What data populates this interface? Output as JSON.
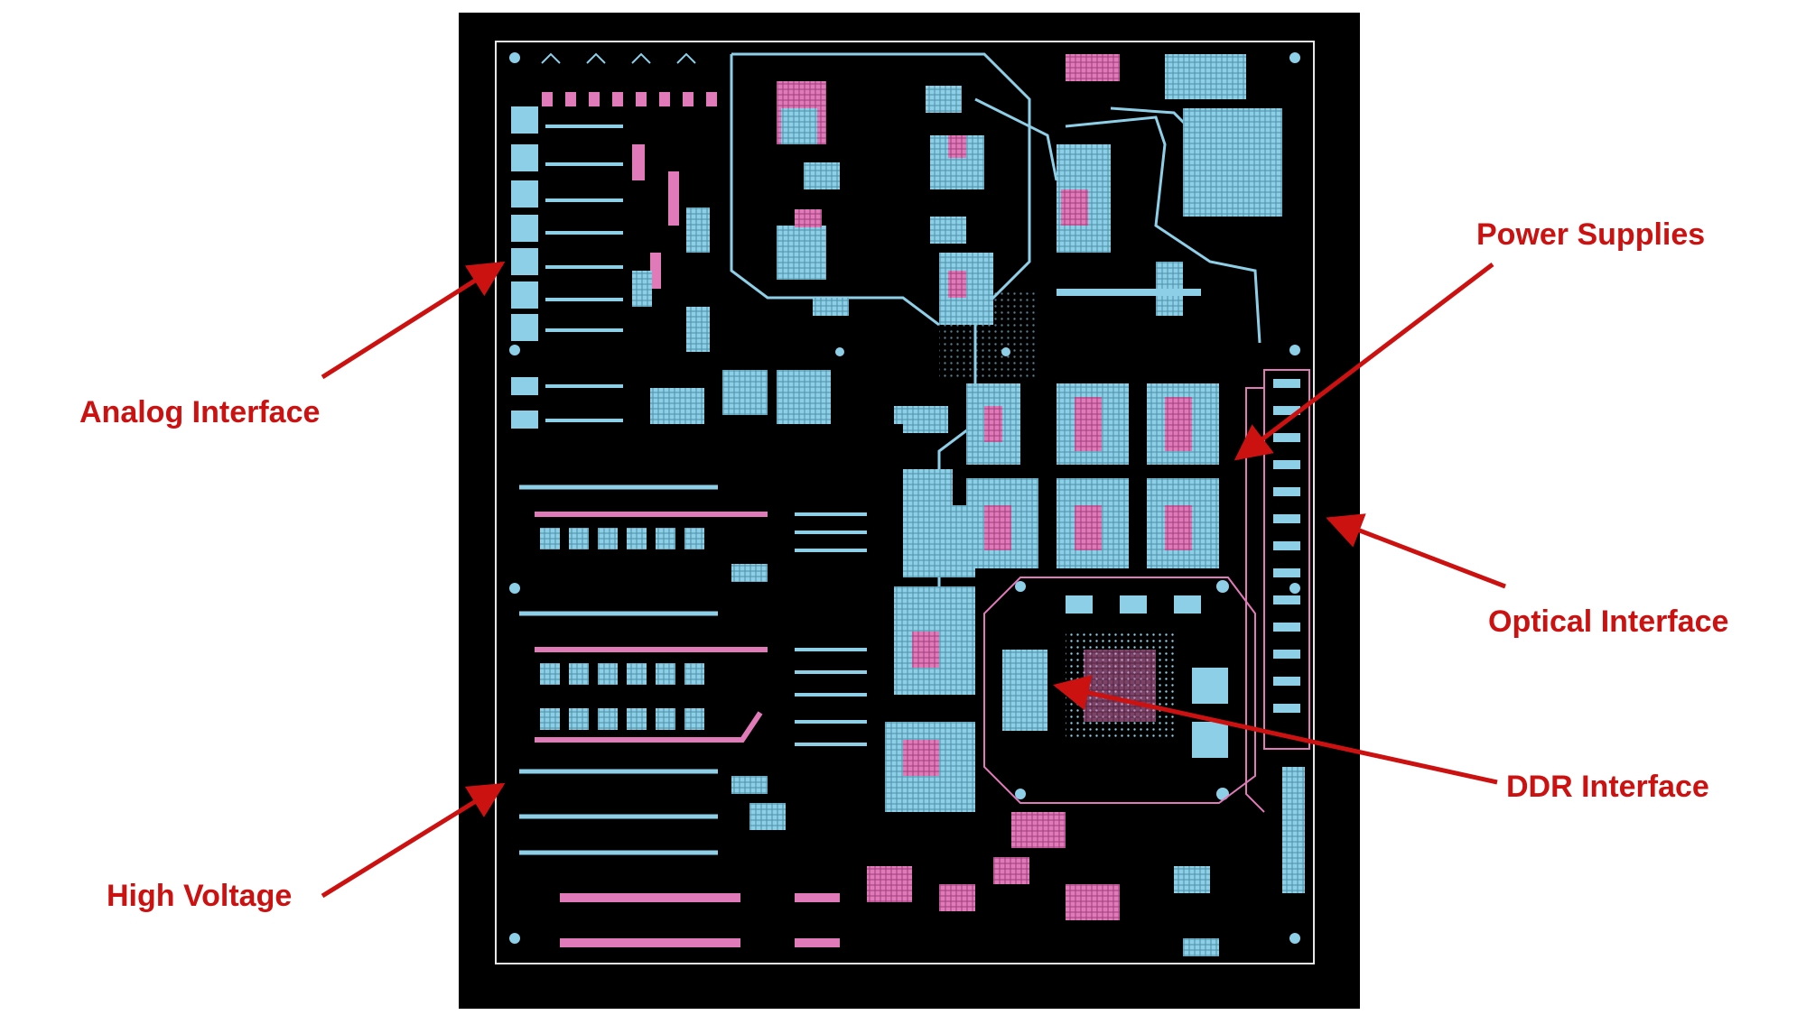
{
  "colors": {
    "board_background": "#000000",
    "top_layer": "#8ecfe8",
    "bottom_layer": "#e07ab8",
    "outline": "#e8e8e8",
    "callout": "#cc1111"
  },
  "callouts": {
    "power_supplies": "Power Supplies",
    "analog_interface": "Analog Interface",
    "optical_interface": "Optical Interface",
    "ddr_interface": "DDR Interface",
    "high_voltage": "High Voltage"
  }
}
